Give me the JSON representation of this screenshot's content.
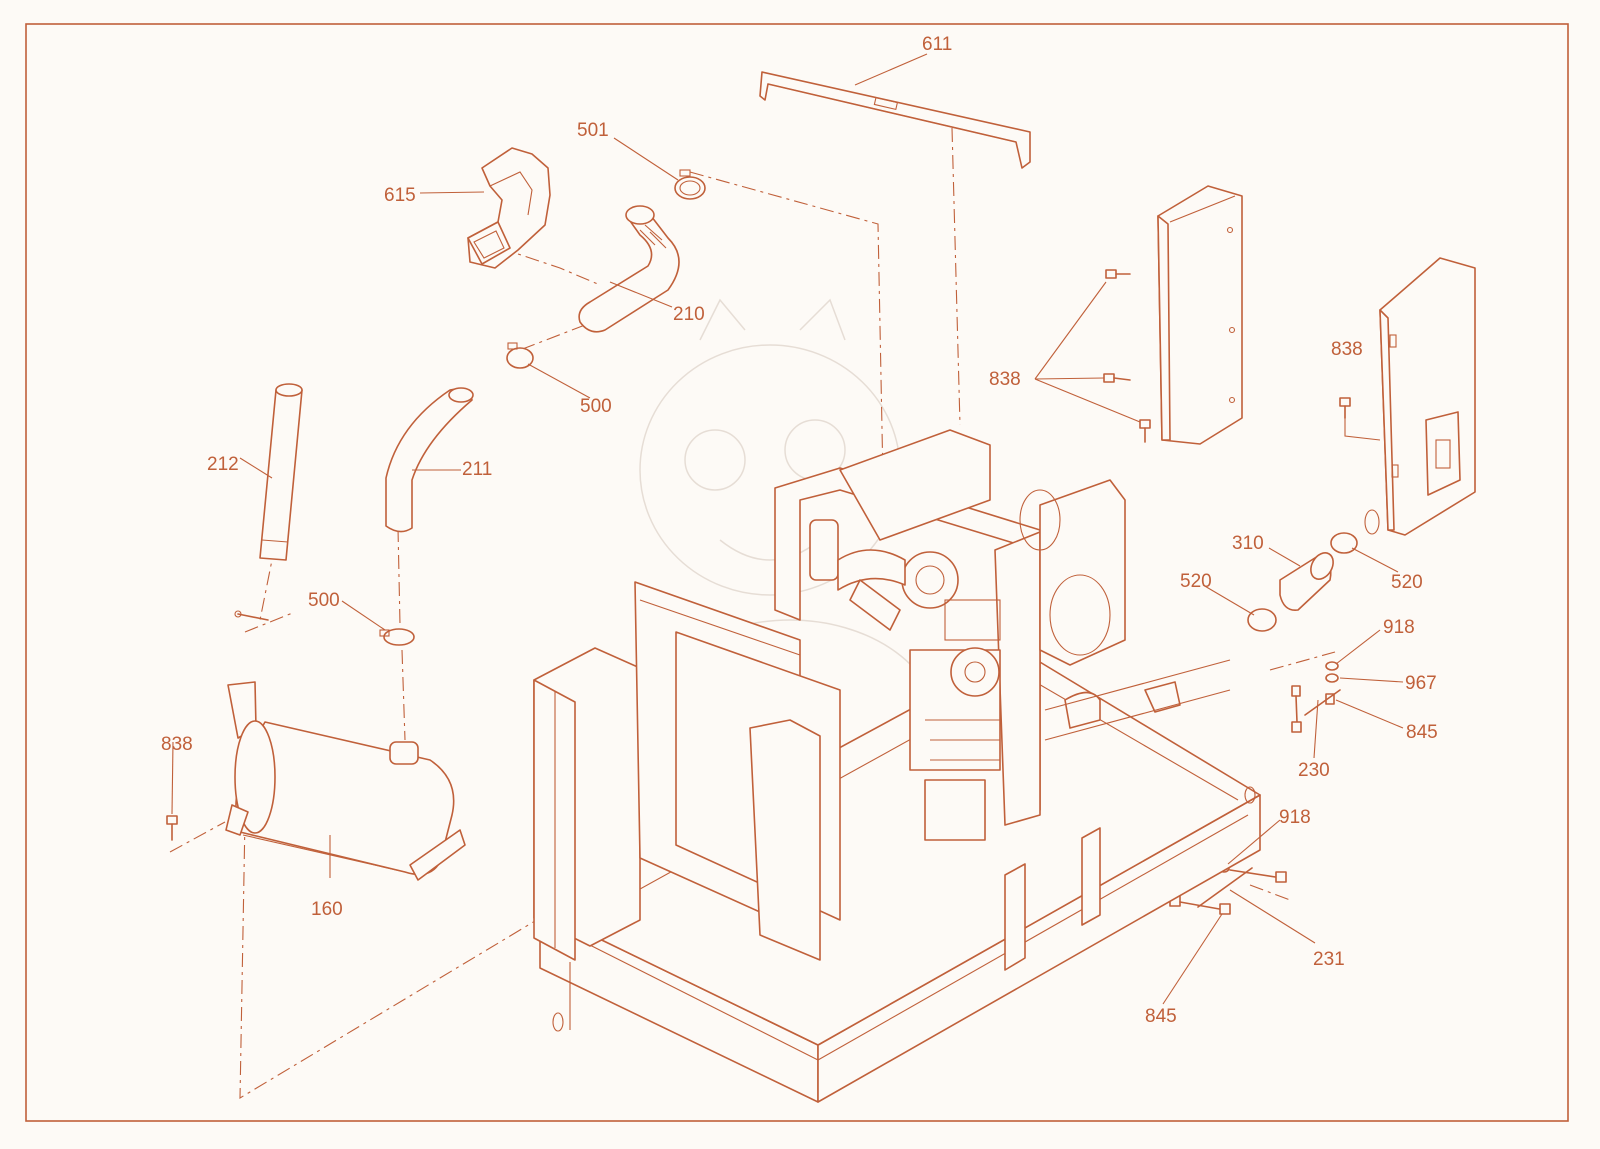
{
  "labels": {
    "p611": "611",
    "p501": "501",
    "p615": "615",
    "p210": "210",
    "p500a": "500",
    "p212": "212",
    "p211": "211",
    "p500b": "500",
    "p838a": "838",
    "p838b": "838",
    "p838c": "838",
    "p160": "160",
    "p310": "310",
    "p520a": "520",
    "p520b": "520",
    "p918a": "918",
    "p967": "967",
    "p845a": "845",
    "p230": "230",
    "p918b": "918",
    "p231": "231",
    "p845b": "845"
  },
  "colors": {
    "line": "#c0603a",
    "background": "#fdfaf6"
  }
}
